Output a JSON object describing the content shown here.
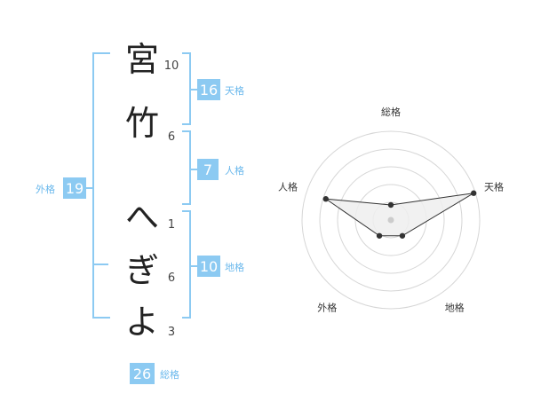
{
  "name": {
    "characters": [
      {
        "char": "宮",
        "strokes": "10"
      },
      {
        "char": "竹",
        "strokes": "6"
      },
      {
        "char": "へ",
        "strokes": "1"
      },
      {
        "char": "ぎ",
        "strokes": "6"
      },
      {
        "char": "よ",
        "strokes": "3"
      }
    ]
  },
  "kakusu": {
    "tenkaku": {
      "value": "16",
      "label": "天格"
    },
    "jinkaku": {
      "value": "7",
      "label": "人格"
    },
    "chikaku": {
      "value": "10",
      "label": "地格"
    },
    "gaikaku": {
      "value": "19",
      "label": "外格"
    },
    "soukaku": {
      "value": "26",
      "label": "総格"
    }
  },
  "radar": {
    "axes": [
      "総格",
      "天格",
      "地格",
      "外格",
      "人格"
    ],
    "values": [
      0.17,
      0.98,
      0.22,
      0.22,
      0.77
    ]
  },
  "colors": {
    "bracket": "#8ccaf2",
    "badge_bg": "#8ccaf2",
    "badge_text": "#ffffff",
    "label_text": "#6ab8ec",
    "char_text": "#222222",
    "stroke_text": "#444444",
    "ring": "#d6d6d6",
    "polygon_fill": "#efefef",
    "polygon_stroke": "#333333",
    "point": "#333333",
    "center_dot": "#cccccc"
  }
}
